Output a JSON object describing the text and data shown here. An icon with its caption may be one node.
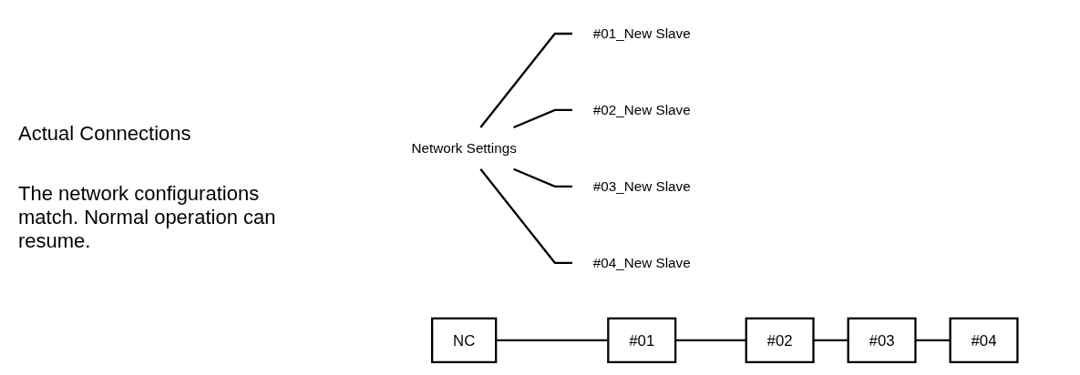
{
  "diagram": {
    "nodes": [
      {
        "text": [
          "Network Settings"
        ]
      },
      {
        "text": [
          "#01_New Slave"
        ]
      },
      {
        "text": [
          "#02_New Slave"
        ]
      },
      {
        "text": [
          "#03_New Slave"
        ]
      },
      {
        "text": [
          "#04_New Slave"
        ]
      },
      {
        "text": [
          "NC"
        ]
      },
      {
        "text": [
          "#01"
        ]
      },
      {
        "text": [
          "#02"
        ]
      },
      {
        "text": [
          "#03"
        ]
      },
      {
        "text": [
          "#04"
        ]
      }
    ],
    "edges": [
      {
        "from": 0,
        "to": 1,
        "arrow": "none"
      },
      {
        "from": 0,
        "to": 2,
        "arrow": "none"
      },
      {
        "from": 0,
        "to": 3,
        "arrow": "none"
      },
      {
        "from": 0,
        "to": 4,
        "arrow": "none"
      },
      {
        "from": 5,
        "to": 6,
        "arrow": "none"
      },
      {
        "from": 6,
        "to": 7,
        "arrow": "none"
      },
      {
        "from": 7,
        "to": 8,
        "arrow": "none"
      },
      {
        "from": 8,
        "to": 9,
        "arrow": "none"
      }
    ],
    "labels": [
      "Actual Connections",
      "The network configurations match. Normal operation can resume."
    ]
  }
}
